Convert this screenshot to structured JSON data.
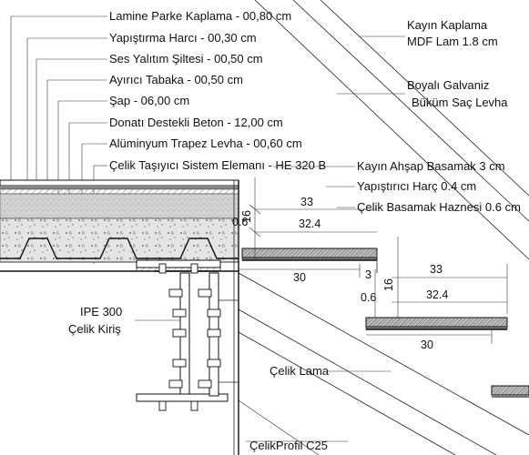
{
  "layer_labels": [
    "Lamine Parke Kaplama - 00,80 cm",
    "Yapıştırma Harcı - 00,30 cm",
    "Ses Yalıtım Şiltesi - 00,50 cm",
    "Ayırıcı Tabaka - 00,50 cm",
    "Şap - 06,00 cm",
    "Donatı Destekli Beton - 12,00 cm",
    "Alüminyum Trapez Levha - 00,60 cm",
    "Çelik Taşıyıcı Sistem Elemanı - HE 320 B"
  ],
  "right_labels": {
    "kayin_line1": "Kayın Kaplama",
    "kayin_line2": "MDF Lam 1.8 cm",
    "boyali_line1": "Boyalı Galvaniz",
    "boyali_line2": "Büküm Saç Levha"
  },
  "step_labels": {
    "basamak": "Kayın Ahşap Basamak 3 cm",
    "harc": "Yapıştırıcı Harç 0.4 cm",
    "hazne": "Çelik Basamak Haznesi 0.6 cm"
  },
  "beam_label": {
    "line1": "IPE 300",
    "line2": "Çelik Kiriş"
  },
  "lower_labels": {
    "lama": "Çelik Lama",
    "profil": "ÇelikProfil C25"
  },
  "dimensions": {
    "d33_a": "33",
    "d324_a": "32.4",
    "d16_a": "16",
    "d06_a": "0.6",
    "d30_a": "30",
    "d3_b": "3",
    "d33_b": "33",
    "d324_b": "32.4",
    "d16_b": "16",
    "d06_b": "0.6",
    "d30_b": "30"
  }
}
